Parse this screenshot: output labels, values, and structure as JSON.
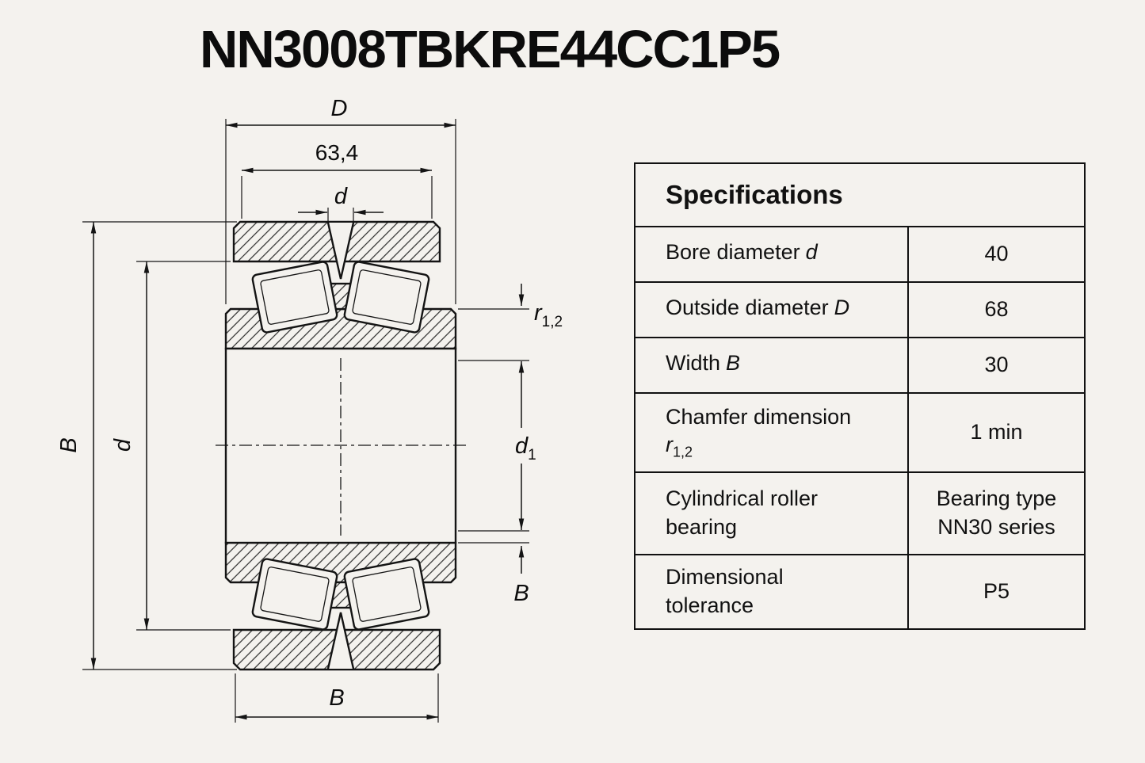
{
  "title": "NN3008TBKRE44CC1P5",
  "colors": {
    "background": "#f4f2ee",
    "line": "#141414"
  },
  "drawing": {
    "labels": {
      "outer_diameter": "D",
      "outer_race_width": "63,4",
      "bore_top": "d",
      "left_outer": "B",
      "left_inner": "d",
      "chamfer_main": "r",
      "chamfer_sub": "1,2",
      "d1_main": "d",
      "d1_sub": "1",
      "right_width": "B",
      "bottom_width": "B"
    }
  },
  "table": {
    "header": "Specifications",
    "rows": [
      {
        "line1": "Bore diameter",
        "var": "d",
        "sub": "",
        "value": "40"
      },
      {
        "line1": "Outside diameter",
        "var": "D",
        "sub": "",
        "value": "68"
      },
      {
        "line1": "Width",
        "var": "B",
        "sub": "",
        "value": "30"
      },
      {
        "line1": "Chamfer dimension",
        "var": "r",
        "sub": "1,2",
        "value": "1 min"
      },
      {
        "line1": "Cylindrical roller",
        "line2": "bearing",
        "value_line1": "Bearing type",
        "value_line2": "NN30 series"
      },
      {
        "line1": "Dimensional",
        "line2": "tolerance",
        "value": "P5"
      }
    ]
  }
}
